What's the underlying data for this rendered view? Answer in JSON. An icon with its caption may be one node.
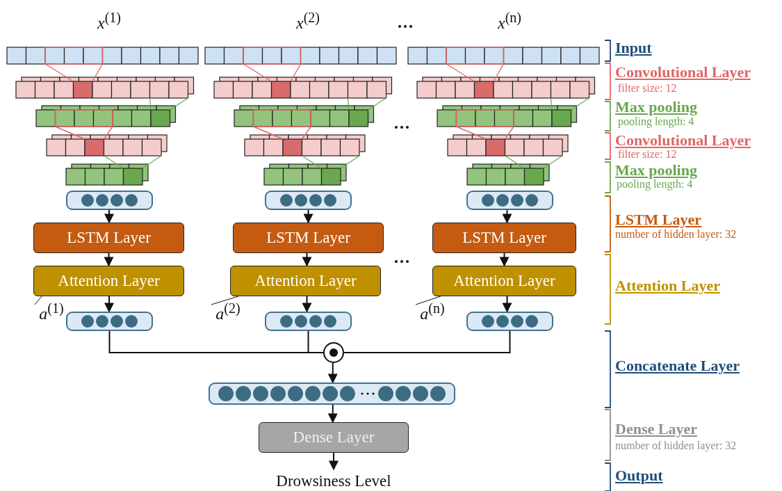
{
  "diagram": {
    "nodes": [
      {
        "text": [],
        "shape": "box"
      },
      {
        "text": [],
        "shape": "box"
      },
      {
        "text": [],
        "shape": "box"
      },
      {
        "text": [
          "LSTM Layer"
        ]
      },
      {
        "text": [
          "LSTM Layer"
        ]
      },
      {
        "text": [
          "LSTM Layer"
        ]
      },
      {
        "text": [
          "Attention Layer"
        ]
      },
      {
        "text": [
          "Attention Layer"
        ]
      },
      {
        "text": [
          "Attention Layer"
        ]
      },
      {
        "text": [
          "*a*$^{(1)}$"
        ]
      },
      {
        "text": [
          "*a*$^{(2)}$"
        ]
      },
      {
        "text": [
          "*a*$^{(n)}$"
        ]
      },
      {
        "text": [],
        "shape": "box"
      },
      {
        "text": [],
        "shape": "box"
      },
      {
        "text": [],
        "shape": "box"
      },
      {
        "text": [],
        "shape": "circle"
      },
      {
        "text": [],
        "shape": "box"
      },
      {
        "text": [
          "Dense Layer"
        ]
      },
      {
        "text": [
          "Drowsiness Level"
        ]
      }
    ],
    "edges": [
      {
        "from": 0,
        "to": 3,
        "arrow": "to"
      },
      {
        "from": 1,
        "to": 4,
        "arrow": "to"
      },
      {
        "from": 2,
        "to": 5,
        "arrow": "to"
      },
      {
        "from": 3,
        "to": 6,
        "arrow": "to"
      },
      {
        "from": 4,
        "to": 7,
        "arrow": "to"
      },
      {
        "from": 5,
        "to": 8,
        "arrow": "to"
      },
      {
        "from": 6,
        "to": 12,
        "arrow": "to"
      },
      {
        "from": 7,
        "to": 13,
        "arrow": "to"
      },
      {
        "from": 8,
        "to": 14,
        "arrow": "to"
      },
      {
        "from": 9,
        "to": 6,
        "arrow": "none"
      },
      {
        "from": 10,
        "to": 7,
        "arrow": "none"
      },
      {
        "from": 11,
        "to": 8,
        "arrow": "none"
      },
      {
        "from": 12,
        "to": 15,
        "arrow": "none"
      },
      {
        "from": 13,
        "to": 15,
        "arrow": "none"
      },
      {
        "from": 14,
        "to": 15,
        "arrow": "none"
      },
      {
        "from": 15,
        "to": 16,
        "arrow": "to"
      },
      {
        "from": 16,
        "to": 17,
        "arrow": "to"
      },
      {
        "from": 17,
        "to": 18,
        "arrow": "to"
      }
    ],
    "labels": [
      "*x*$^{(1)}$",
      "*x*$^{(2)}$",
      "*x*$^{(n)}$",
      "Input",
      "Convolutional Layer",
      "filter size: 12",
      "Max pooling",
      "pooling length: 4",
      "Convolutional Layer",
      "filter size: 12",
      "Max pooling",
      "pooling length: 4",
      "LSTM Layer",
      "number of hidden layer: 32",
      "Attention Layer",
      "Concatenate Layer",
      "Dense Layer",
      "number of hidden layer: 32",
      "Output"
    ]
  }
}
